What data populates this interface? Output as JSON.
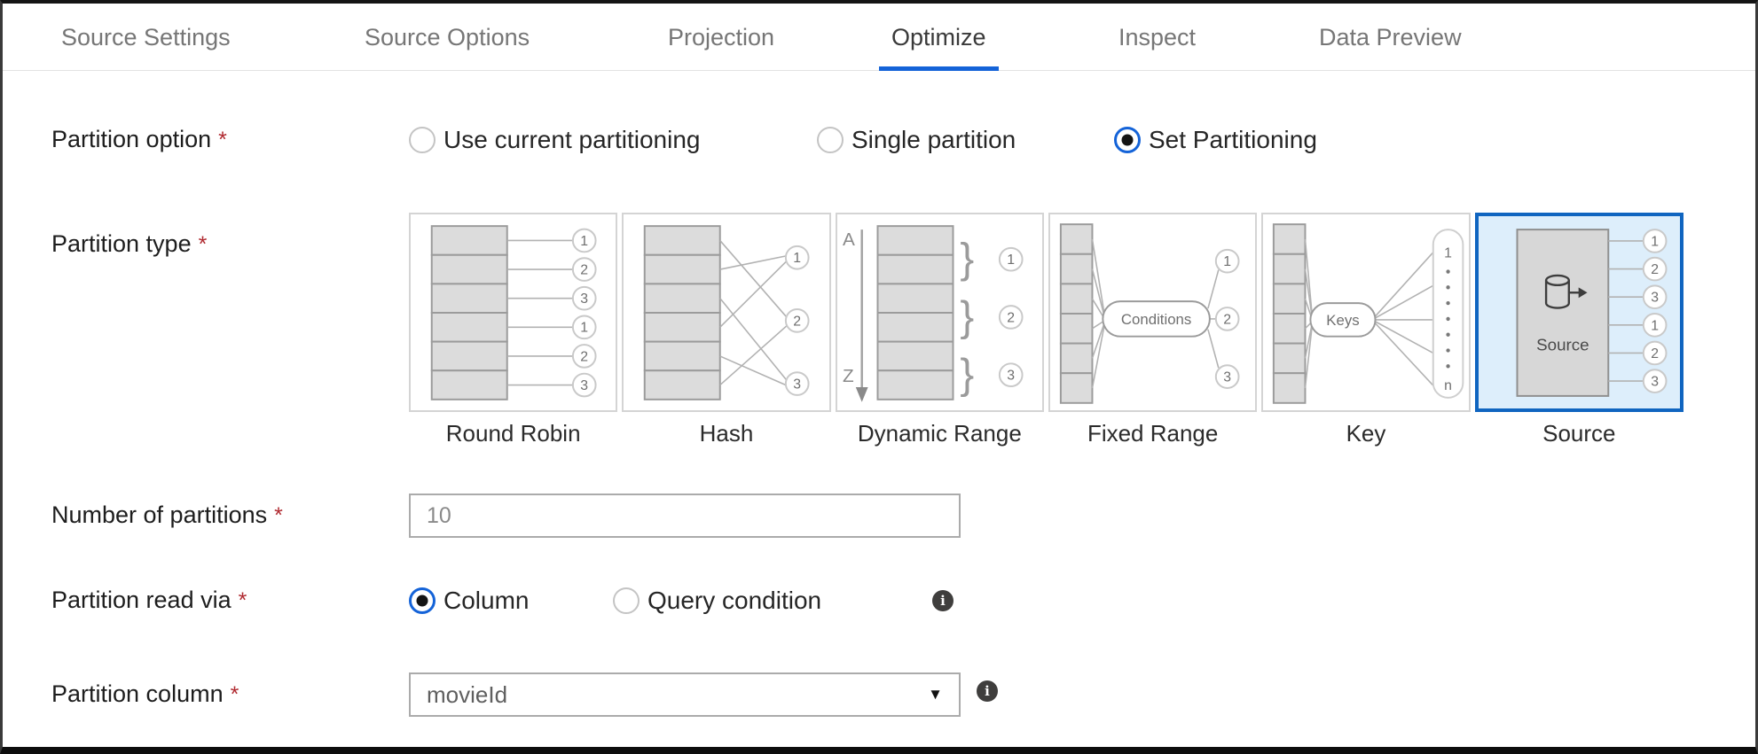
{
  "colors": {
    "accent_blue": "#1463d8",
    "selected_tile_border": "#1065c0",
    "selected_tile_bg": "#ddeefb",
    "required_red": "#b02a30"
  },
  "icons": {
    "info": "i",
    "dropdown_caret": "▼"
  },
  "tabs": [
    {
      "label": "Source Settings",
      "active": false
    },
    {
      "label": "Source Options",
      "active": false
    },
    {
      "label": "Projection",
      "active": false
    },
    {
      "label": "Optimize",
      "active": true
    },
    {
      "label": "Inspect",
      "active": false
    },
    {
      "label": "Data Preview",
      "active": false
    }
  ],
  "form": {
    "partition_option": {
      "label": "Partition option",
      "required": "*",
      "options": [
        {
          "label": "Use current partitioning",
          "selected": false
        },
        {
          "label": "Single partition",
          "selected": false
        },
        {
          "label": "Set Partitioning",
          "selected": true
        }
      ]
    },
    "partition_type": {
      "label": "Partition type",
      "required": "*",
      "tiles": [
        {
          "label": "Round Robin",
          "selected": false,
          "outputs": [
            "1",
            "2",
            "3",
            "1",
            "2",
            "3"
          ]
        },
        {
          "label": "Hash",
          "selected": false,
          "outputs": [
            "1",
            "2",
            "3"
          ]
        },
        {
          "label": "Dynamic Range",
          "selected": false,
          "range_start": "A",
          "range_end": "Z",
          "braces": [
            "}",
            "}",
            "}"
          ],
          "outputs": [
            "1",
            "2",
            "3"
          ]
        },
        {
          "label": "Fixed Range",
          "selected": false,
          "node": "Conditions",
          "outputs": [
            "1",
            "2",
            "3"
          ]
        },
        {
          "label": "Key",
          "selected": false,
          "node": "Keys",
          "output_first": "1",
          "output_last": "n"
        },
        {
          "label": "Source",
          "selected": true,
          "node": "Source",
          "outputs": [
            "1",
            "2",
            "3",
            "1",
            "2",
            "3"
          ]
        }
      ]
    },
    "number_of_partitions": {
      "label": "Number of partitions",
      "required": "*",
      "value": "10"
    },
    "partition_read_via": {
      "label": "Partition read via",
      "required": "*",
      "options": [
        {
          "label": "Column",
          "selected": true
        },
        {
          "label": "Query condition",
          "selected": false
        }
      ]
    },
    "partition_column": {
      "label": "Partition column",
      "required": "*",
      "value": "movieId"
    }
  }
}
